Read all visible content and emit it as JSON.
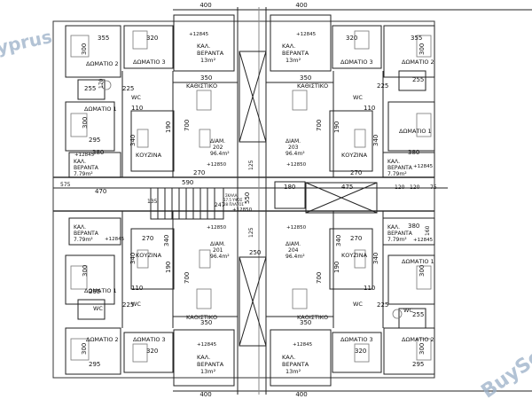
{
  "watermarks": {
    "left": "yprus",
    "right": "BuySe"
  },
  "dims": {
    "d400": "400",
    "d355": "355",
    "d320": "320",
    "d350": "350",
    "d300": "300",
    "d295": "295",
    "d225": "225",
    "d110": "110",
    "d700": "700",
    "d190": "190",
    "d340": "340",
    "d380": "380",
    "d270": "270",
    "d255": "255",
    "d170": "170",
    "d470": "470",
    "d590": "590",
    "d180": "180",
    "d475": "475",
    "d550": "550",
    "d250": "250",
    "d125": "125",
    "d120": "120",
    "d75": "75",
    "d575": "575",
    "d247": "247",
    "d135": "135",
    "d160": "160"
  },
  "levels": {
    "l12845": "+12845",
    "l12850": "+12850"
  },
  "rooms": {
    "bedroom1": "ΔΩΜΑΤΙΟ 1",
    "bedroom2": "ΔΩΜΑΤΙΟ 2",
    "bedroom3": "ΔΩΜΑΤΙΟ 3",
    "living": "ΚΑΘΙΣΤΙΚΟ",
    "kitchen": "ΚΟΥΖΙΝΑ",
    "wc": "WC",
    "veranda_l1": "ΚΑΛ.",
    "veranda_l2": "ΒΕΡΑΝΤΑ",
    "area_13": "13m²",
    "area_779": "7.79m²",
    "apt_label": "ΔΙΑΜ.",
    "apt_area": "96.4m²"
  },
  "apartments": {
    "a201": "201",
    "a202": "202",
    "a203": "203",
    "a204": "204"
  },
  "stair": {
    "note1": "ΣΚΑΛΑ",
    "note2": "17.5 ΥΨΟΣ",
    "note3": "28 ΠΛΑΤΟΣ"
  },
  "colors": {
    "line": "#222222",
    "grey": "#777777",
    "wall": "#555555",
    "watermark": "#9ab0c8"
  }
}
